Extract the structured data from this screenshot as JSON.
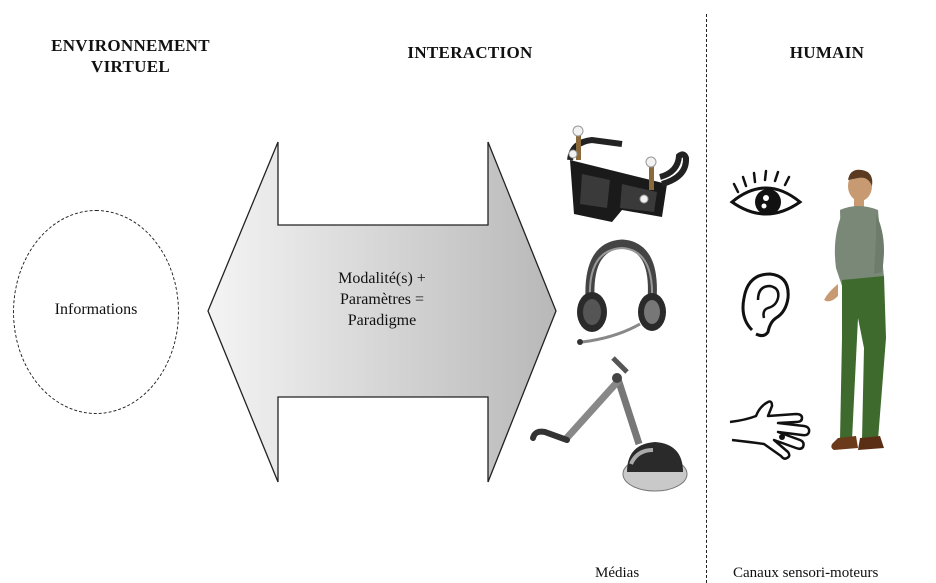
{
  "headers": {
    "environment_line1": "ENVIRONNEMENT",
    "environment_line2": "VIRTUEL",
    "interaction": "INTERACTION",
    "human": "HUMAIN"
  },
  "information_node": {
    "label": "Informations"
  },
  "arrow": {
    "line1": "Modalité(s) +",
    "line2": "Paramètres =",
    "line3": "Paradigme",
    "gradient_start": "#f4f4f4",
    "gradient_end": "#b8b8b8"
  },
  "media": {
    "caption": "Médias",
    "devices": [
      {
        "icon": "stereo-glasses-icon"
      },
      {
        "icon": "headset-icon"
      },
      {
        "icon": "haptic-arm-icon"
      }
    ]
  },
  "human_channels": {
    "caption": "Canaux sensori-moteurs",
    "senses": [
      {
        "icon": "eye-icon"
      },
      {
        "icon": "ear-icon"
      },
      {
        "icon": "hand-icon"
      }
    ],
    "figure": {
      "icon": "human-figure-icon"
    }
  }
}
